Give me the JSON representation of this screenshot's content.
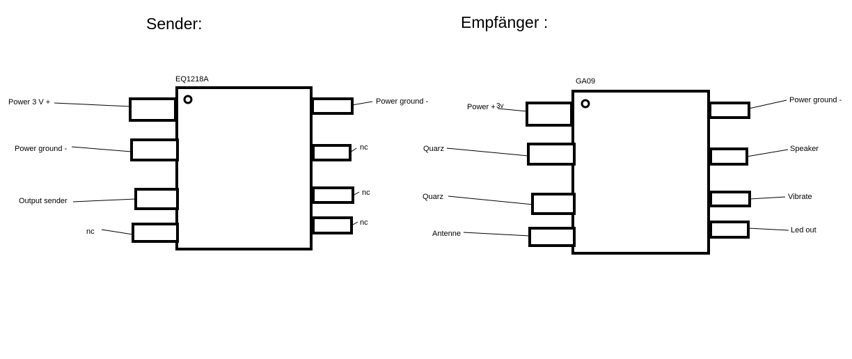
{
  "sender": {
    "heading": "Sender:",
    "chip_name": "EQ1218A",
    "left_pins": [
      "Power 3 V +",
      "Power ground -",
      "Output sender",
      "nc"
    ],
    "right_pins": [
      "Power ground -",
      "nc",
      "nc",
      "nc"
    ]
  },
  "receiver": {
    "heading": "Empfänger :",
    "chip_name": "GA09",
    "left_pins": [
      "Power +",
      "Quarz",
      "Quarz",
      "Antenne"
    ],
    "left_pin_1_note": "3v",
    "right_pins": [
      "Power ground -",
      "Speaker",
      "Vibrate",
      "Led out"
    ]
  }
}
